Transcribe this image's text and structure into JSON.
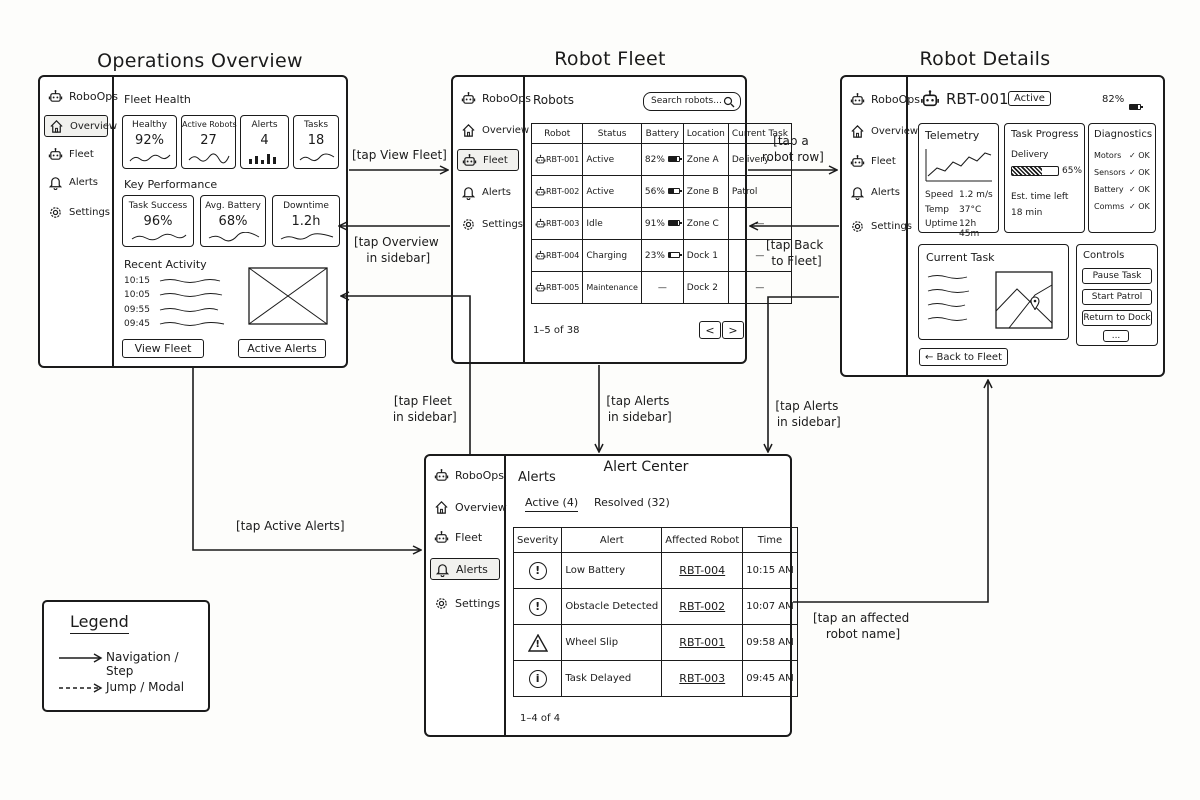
{
  "screens": {
    "overview_title": "Operations Overview",
    "fleet_title": "Robot Fleet",
    "details_title": "Robot Details",
    "alerts_title": "Alert Center"
  },
  "sidebar": {
    "brand": "RoboOps",
    "items": [
      "Overview",
      "Fleet",
      "Alerts",
      "Settings"
    ]
  },
  "overview": {
    "fleet_health": "Fleet Health",
    "stats": [
      {
        "label": "Healthy",
        "value": "92%"
      },
      {
        "label": "Active Robots",
        "value": "27"
      },
      {
        "label": "Alerts",
        "value": "4"
      },
      {
        "label": "Tasks",
        "value": "18"
      }
    ],
    "key_performance": "Key Performance",
    "kpis": [
      {
        "label": "Task Success",
        "value": "96%"
      },
      {
        "label": "Avg. Battery",
        "value": "68%"
      },
      {
        "label": "Downtime",
        "value": "1.2h"
      }
    ],
    "recent_activity": "Recent Activity",
    "times": [
      "10:15",
      "10:05",
      "09:55",
      "09:45"
    ],
    "view_fleet_btn": "View Fleet",
    "active_alerts_btn": "Active Alerts"
  },
  "fleet": {
    "heading": "Robots",
    "search_placeholder": "Search robots...",
    "columns": [
      "Robot",
      "Status",
      "Battery",
      "Location",
      "Current Task"
    ],
    "rows": [
      {
        "robot": "RBT-001",
        "status": "Active",
        "battery": "82%",
        "battery_level": 0.82,
        "location": "Zone A",
        "task": "Delivery"
      },
      {
        "robot": "RBT-002",
        "status": "Active",
        "battery": "56%",
        "battery_level": 0.56,
        "location": "Zone B",
        "task": "Patrol"
      },
      {
        "robot": "RBT-003",
        "status": "Idle",
        "battery": "91%",
        "battery_level": 0.91,
        "location": "Zone C",
        "task": "—"
      },
      {
        "robot": "RBT-004",
        "status": "Charging",
        "battery": "23%",
        "battery_level": 0.23,
        "location": "Dock 1",
        "task": "—"
      },
      {
        "robot": "RBT-005",
        "status": "Maintenance",
        "battery": "—",
        "battery_level": null,
        "location": "Dock 2",
        "task": "—"
      }
    ],
    "pagination": "1–5 of 38",
    "prev": "<",
    "next": ">"
  },
  "details": {
    "robot_id": "RBT-001",
    "status_badge": "Active",
    "battery": "82%",
    "telemetry": "Telemetry",
    "telemetry_rows": [
      {
        "label": "Speed",
        "value": "1.2 m/s"
      },
      {
        "label": "Temp",
        "value": "37°C"
      },
      {
        "label": "Uptime",
        "value": "12h 45m"
      }
    ],
    "task_progress": "Task Progress",
    "task_name": "Delivery",
    "task_pct": "65%",
    "task_fraction": 0.65,
    "eta_label": "Est. time left",
    "eta_value": "18 min",
    "diagnostics": "Diagnostics",
    "diag_rows": [
      {
        "label": "Motors",
        "value": "✓ OK"
      },
      {
        "label": "Sensors",
        "value": "✓ OK"
      },
      {
        "label": "Battery",
        "value": "✓ OK"
      },
      {
        "label": "Comms",
        "value": "✓ OK"
      }
    ],
    "current_task": "Current Task",
    "controls": "Controls",
    "control_buttons": [
      "Pause Task",
      "Start Patrol",
      "Return to Dock",
      "..."
    ],
    "back_btn": "← Back to Fleet"
  },
  "alerts": {
    "heading": "Alerts",
    "tab_active": "Active (4)",
    "tab_resolved": "Resolved (32)",
    "columns": [
      "Severity",
      "Alert",
      "Affected Robot",
      "Time"
    ],
    "rows": [
      {
        "severity": "!",
        "alert": "Low Battery",
        "robot": "RBT-004",
        "time": "10:15 AM"
      },
      {
        "severity": "!",
        "alert": "Obstacle Detected",
        "robot": "RBT-002",
        "time": "10:07 AM"
      },
      {
        "severity": "!",
        "alert": "Wheel Slip",
        "robot": "RBT-001",
        "time": "09:58 AM"
      },
      {
        "severity": "i",
        "alert": "Task Delayed",
        "robot": "RBT-003",
        "time": "09:45 AM"
      }
    ],
    "pagination": "1–4 of 4"
  },
  "flows": {
    "tap_view_fleet": "[tap View Fleet]",
    "tap_overview_sidebar": "[tap Overview\n in sidebar]",
    "tap_robot_row": "[tap a\n robot row]",
    "tap_back_fleet": "[tap Back\n to Fleet]",
    "tap_fleet_sidebar": "[tap Fleet\n in sidebar]",
    "tap_alerts_sidebar_1": "[tap Alerts\n in sidebar]",
    "tap_alerts_sidebar_2": "[tap Alerts\n in sidebar]",
    "tap_active_alerts": "[tap Active Alerts]",
    "tap_affected_robot": "[tap an affected\n robot name]"
  },
  "legend": {
    "title": "Legend",
    "navigation": "Navigation / Step",
    "jump": "Jump / Modal"
  }
}
